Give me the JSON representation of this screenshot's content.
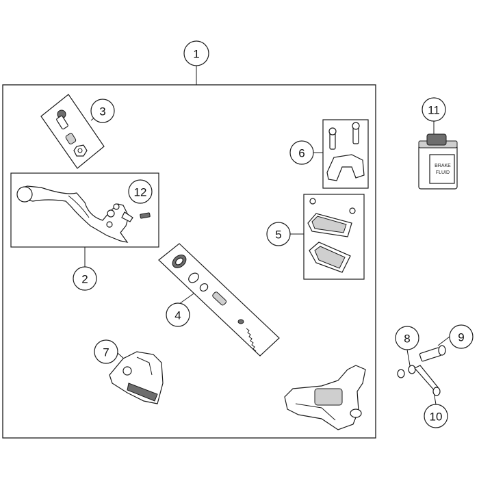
{
  "callouts": [
    {
      "id": "1",
      "label": "1"
    },
    {
      "id": "2",
      "label": "2"
    },
    {
      "id": "3",
      "label": "3"
    },
    {
      "id": "4",
      "label": "4"
    },
    {
      "id": "5",
      "label": "5"
    },
    {
      "id": "6",
      "label": "6"
    },
    {
      "id": "7",
      "label": "7"
    },
    {
      "id": "8",
      "label": "8"
    },
    {
      "id": "9",
      "label": "9"
    },
    {
      "id": "10",
      "label": "10"
    },
    {
      "id": "11",
      "label": "11"
    },
    {
      "id": "12",
      "label": "12"
    }
  ],
  "fluid_bottle": {
    "line1": "BRAKE",
    "line2": "FLUID"
  }
}
